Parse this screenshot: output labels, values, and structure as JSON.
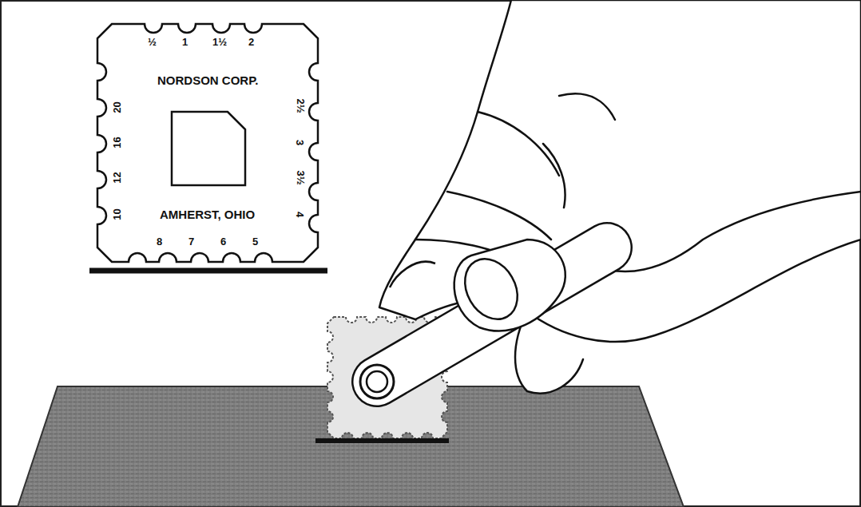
{
  "diagram": {
    "nodes": [
      {
        "text": [
          "NORDSON CORP.",
          "AMHERST, OHIO"
        ]
      }
    ],
    "labels": [
      "½",
      "1",
      "1½",
      "2",
      "10",
      "12",
      "16",
      "20",
      "2½",
      "3",
      "3½",
      "4",
      "8",
      "7",
      "6",
      "5"
    ]
  }
}
